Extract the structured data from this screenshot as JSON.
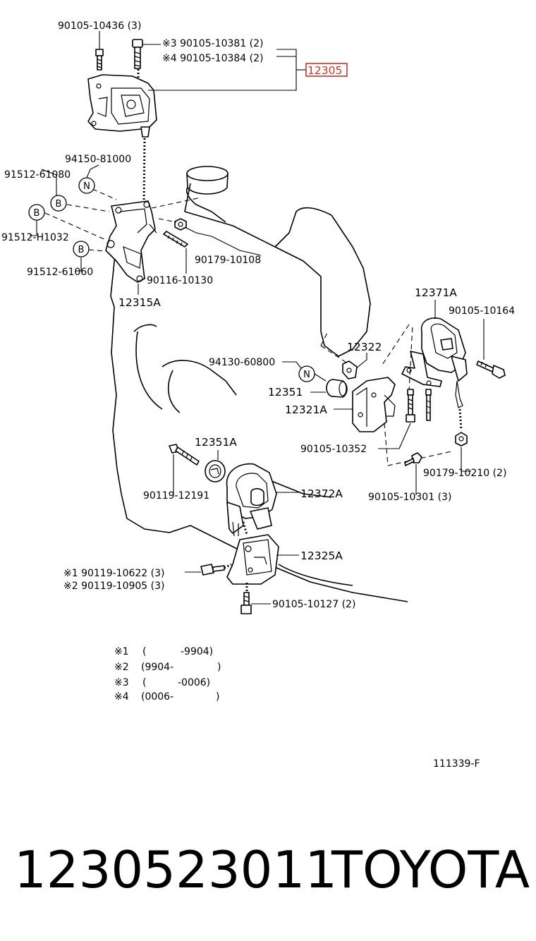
{
  "labels": {
    "top_bolt": "90105-10436 (3)",
    "note3_bolt": "※3 90105-10381 (2)",
    "note4_bolt": "※4 90105-10384 (2)",
    "mount_assy": "12305",
    "nut_94150": "94150-81000",
    "b_91512_61080": "91512-61080",
    "b_91512_H1032": "91512-H1032",
    "b_91512_61060": "91512-61060",
    "nut_90179_10108": "90179-10108",
    "stud_90116_10130": "90116-10130",
    "bracket_12315A": "12315A",
    "mount_12371A": "12371A",
    "bolt_90105_10164": "90105-10164",
    "bracket_12322": "12322",
    "nut_94130": "94130-60800",
    "stopper_12351": "12351",
    "bracket_12321A": "12321A",
    "bolt_90105_10352": "90105-10352",
    "stopper_12351A": "12351A",
    "bolt_90119_12191": "90119-12191",
    "mount_12372A": "12372A",
    "nut_90179_10210": "90179-10210 (2)",
    "bolt_90105_10301": "90105-10301 (3)",
    "bracket_12325A": "12325A",
    "note1_bolt": "※1  90119-10622 (3)",
    "note2_bolt": "※2  90119-10905 (3)",
    "bolt_90105_10127": "90105-10127 (2)",
    "circle_N": "N",
    "circle_B": "B"
  },
  "notes": [
    {
      "mark": "※1",
      "open": "(",
      "range": "-9904)",
      "close": ""
    },
    {
      "mark": "※2",
      "open": "(9904-",
      "range": "",
      "close": ")"
    },
    {
      "mark": "※3",
      "open": "(",
      "range": "-0006)",
      "close": ""
    },
    {
      "mark": "※4",
      "open": "(0006-",
      "range": "",
      "close": ")"
    }
  ],
  "diagram_id": "111339-F",
  "part_number": "1230523011",
  "brand": "TOYOTA",
  "colors": {
    "highlight": "#c0392b"
  }
}
